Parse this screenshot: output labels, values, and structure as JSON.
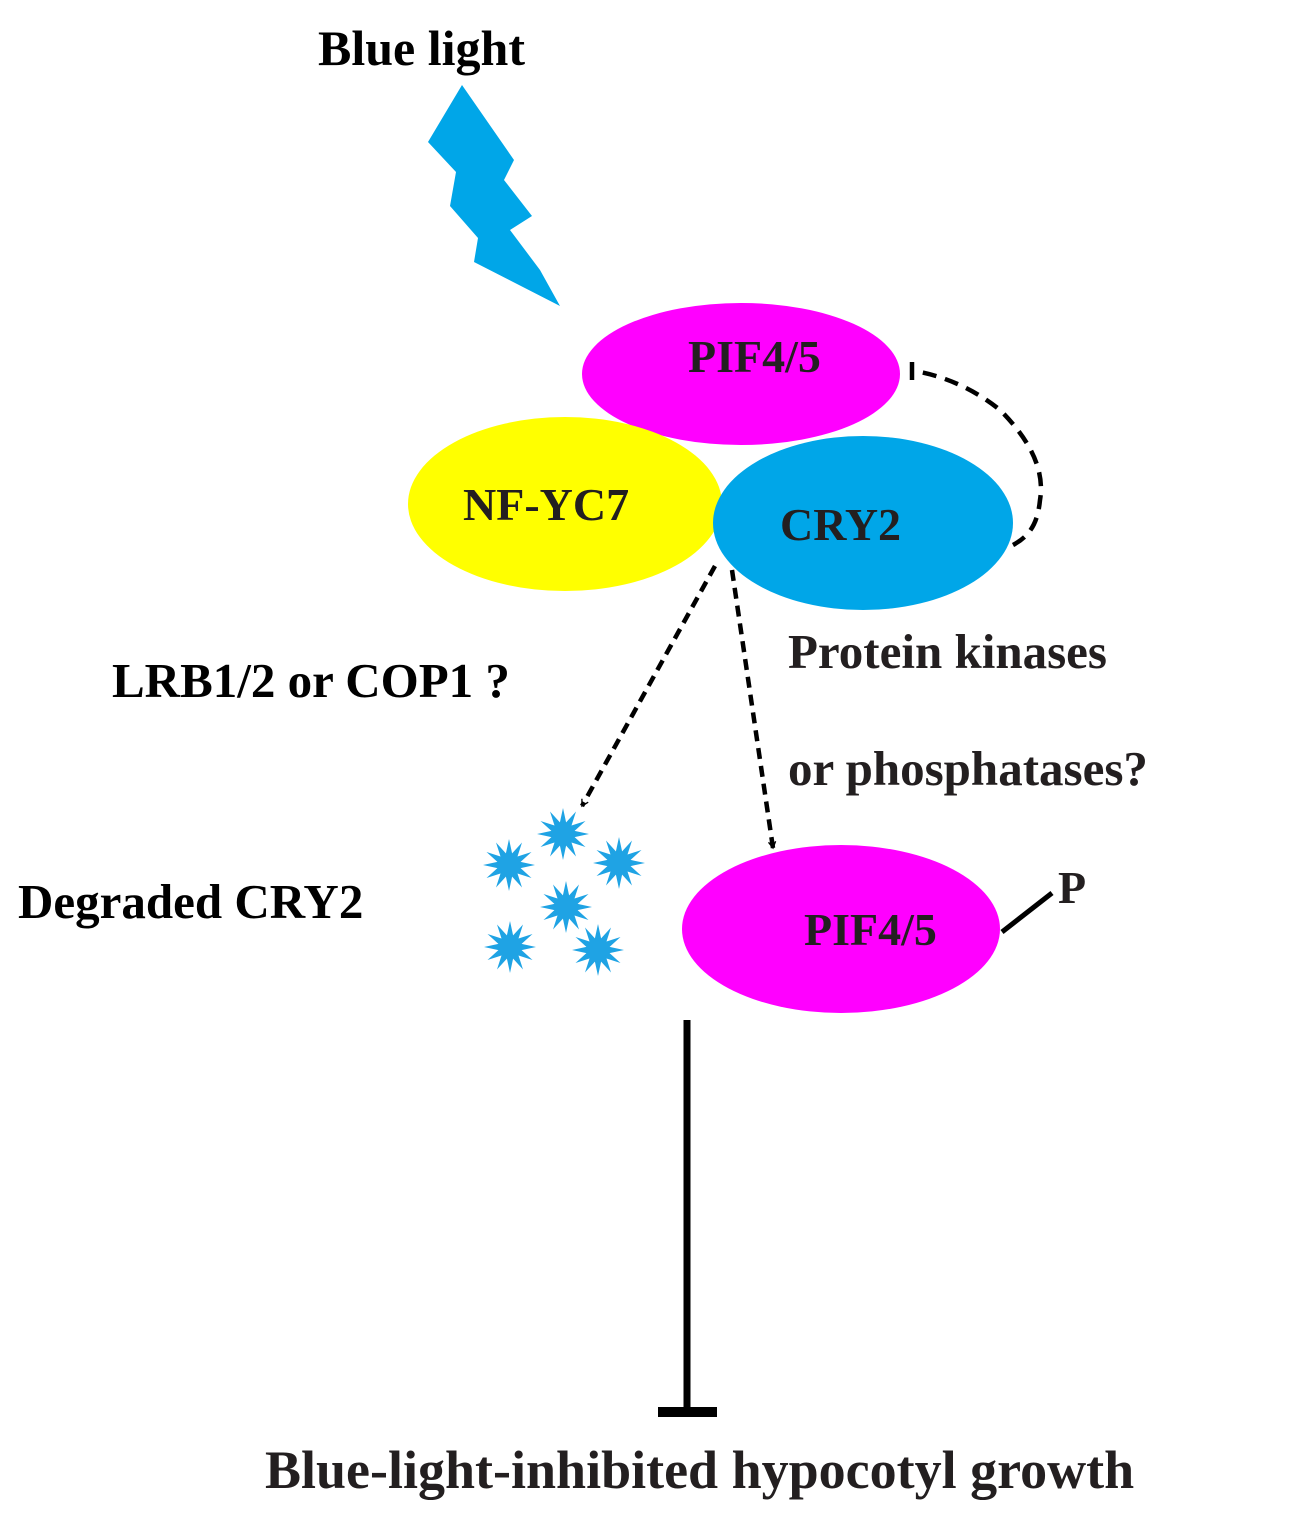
{
  "stimulus": {
    "label": "Blue light"
  },
  "nodes": {
    "pif_top": {
      "label": "PIF4/5"
    },
    "nfyc7": {
      "label": "NF-YC7"
    },
    "cry2": {
      "label": "CRY2"
    },
    "pif_bottom": {
      "label": "PIF4/5"
    }
  },
  "phospho": {
    "label": "P"
  },
  "annotations": {
    "degradation_path": "LRB1/2 or COP1 ?",
    "kinase_line1": "Protein kinases",
    "kinase_line2": "or phosphatases?",
    "degraded": "Degraded CRY2"
  },
  "outcome": {
    "label": "Blue-light-inhibited hypocotyl growth"
  },
  "colors": {
    "pif": "#ff00ff",
    "nfyc7": "#ffff00",
    "cry2": "#00a6e8",
    "lightning": "#00a6e8",
    "degraded": "#1fa3e4",
    "line": "#000000"
  }
}
